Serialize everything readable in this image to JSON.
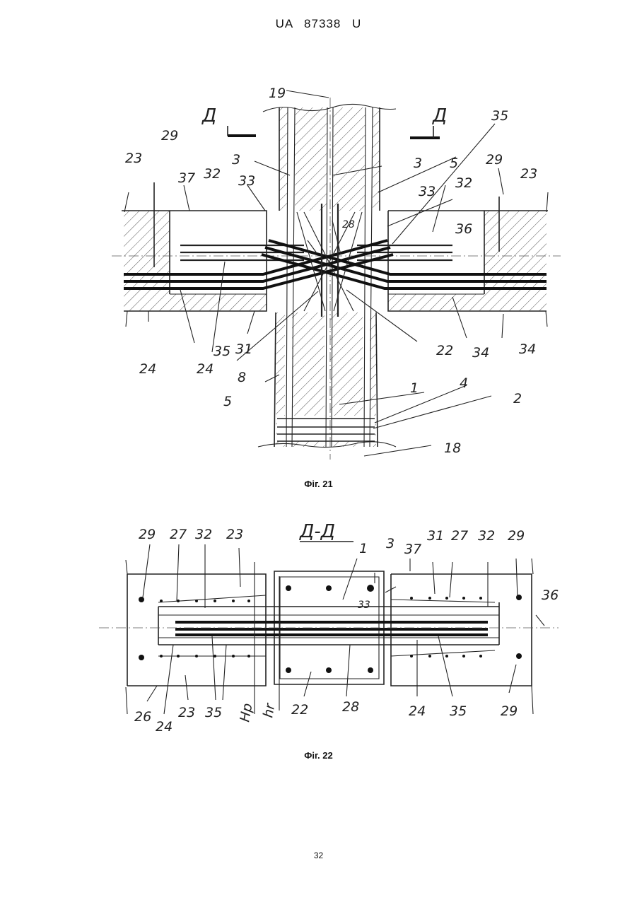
{
  "header": {
    "text": "UA 87338 U"
  },
  "figure21": {
    "caption": "Фіг. 21",
    "section_mark_left": "Д",
    "section_mark_right": "Д",
    "labels": [
      "19",
      "35",
      "23",
      "29",
      "37",
      "32",
      "33",
      "3",
      "3",
      "5",
      "33",
      "32",
      "29",
      "23",
      "28",
      "36",
      "8",
      "22",
      "24",
      "34",
      "34",
      "24",
      "35",
      "31",
      "5",
      "1",
      "4",
      "2",
      "18"
    ]
  },
  "figure22": {
    "caption": "Фіг. 22",
    "section_title": "Д-Д",
    "labels": [
      "29",
      "27",
      "32",
      "23",
      "1",
      "3",
      "37",
      "31",
      "27",
      "32",
      "29",
      "33",
      "36",
      "26",
      "24",
      "23",
      "35",
      "Hp",
      "hr",
      "22",
      "28",
      "24",
      "35",
      "29"
    ]
  },
  "page_number": "32"
}
